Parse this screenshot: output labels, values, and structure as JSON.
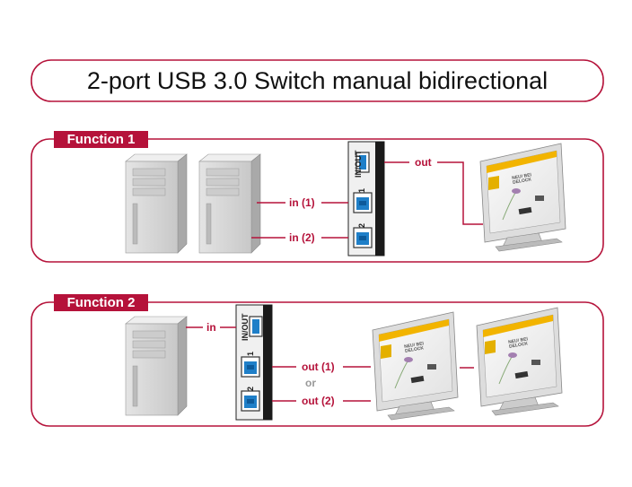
{
  "title": "2-port USB 3.0 Switch manual bidirectional",
  "colors": {
    "accent": "#b5123a",
    "usb_blue": "#1f7fc8"
  },
  "function1": {
    "label": "Function 1",
    "ports": {
      "inout": "IN/OUT",
      "p1": "1",
      "p2": "2"
    },
    "in1": "in (1)",
    "in2": "in (2)",
    "out": "out"
  },
  "function2": {
    "label": "Function 2",
    "ports": {
      "inout": "IN/OUT",
      "p1": "1",
      "p2": "2"
    },
    "in": "in",
    "out1": "out (1)",
    "or": "or",
    "out2": "out (2)"
  },
  "monitor_screen_text": "NEU! BEI DELOCK"
}
